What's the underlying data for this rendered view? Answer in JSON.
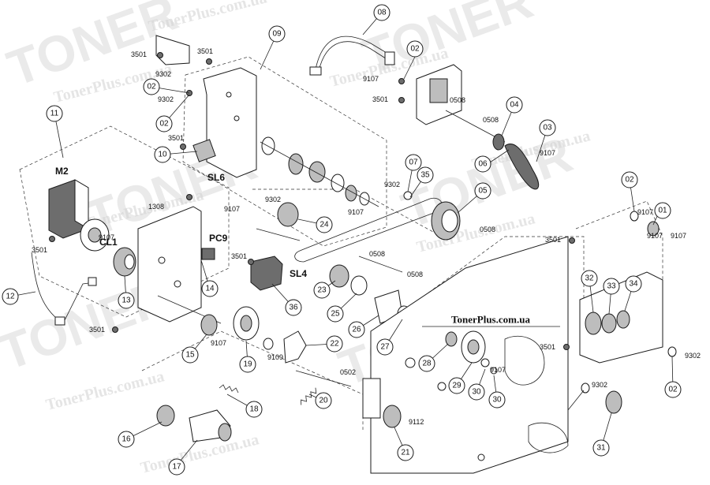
{
  "watermark": {
    "brand": "TONER",
    "site": "TonerPlus.com.ua"
  },
  "banner": {
    "text": "TonerPlus.com.ua"
  },
  "callouts": [
    {
      "label": "01"
    },
    {
      "label": "02"
    },
    {
      "label": "02"
    },
    {
      "label": "02"
    },
    {
      "label": "02"
    },
    {
      "label": "02"
    },
    {
      "label": "03"
    },
    {
      "label": "04"
    },
    {
      "label": "05"
    },
    {
      "label": "06"
    },
    {
      "label": "07"
    },
    {
      "label": "08"
    },
    {
      "label": "09"
    },
    {
      "label": "10"
    },
    {
      "label": "11"
    },
    {
      "label": "12"
    },
    {
      "label": "13"
    },
    {
      "label": "14"
    },
    {
      "label": "15"
    },
    {
      "label": "16"
    },
    {
      "label": "17"
    },
    {
      "label": "18"
    },
    {
      "label": "19"
    },
    {
      "label": "20"
    },
    {
      "label": "21"
    },
    {
      "label": "22"
    },
    {
      "label": "23"
    },
    {
      "label": "24"
    },
    {
      "label": "25"
    },
    {
      "label": "26"
    },
    {
      "label": "27"
    },
    {
      "label": "28"
    },
    {
      "label": "29"
    },
    {
      "label": "30"
    },
    {
      "label": "30"
    },
    {
      "label": "31"
    },
    {
      "label": "32"
    },
    {
      "label": "33"
    },
    {
      "label": "34"
    },
    {
      "label": "35"
    },
    {
      "label": "36"
    }
  ],
  "codes": [
    {
      "text": "3501"
    },
    {
      "text": "3501"
    },
    {
      "text": "9302"
    },
    {
      "text": "9302"
    },
    {
      "text": "9107"
    },
    {
      "text": "3501"
    },
    {
      "text": "0508"
    },
    {
      "text": "0508"
    },
    {
      "text": "9107"
    },
    {
      "text": "3501"
    },
    {
      "text": "9302"
    },
    {
      "text": "9107"
    },
    {
      "text": "1308"
    },
    {
      "text": "9107"
    },
    {
      "text": "9107"
    },
    {
      "text": "3501"
    },
    {
      "text": "9302"
    },
    {
      "text": "0508"
    },
    {
      "text": "0508"
    },
    {
      "text": "0508"
    },
    {
      "text": "3501"
    },
    {
      "text": "9107"
    },
    {
      "text": "9107"
    },
    {
      "text": "3501"
    },
    {
      "text": "9107"
    },
    {
      "text": "9109"
    },
    {
      "text": "0502"
    },
    {
      "text": "9112"
    },
    {
      "text": "9107"
    },
    {
      "text": "3501"
    },
    {
      "text": "9302"
    },
    {
      "text": "9302"
    },
    {
      "text": "3501"
    },
    {
      "text": "0508"
    },
    {
      "text": "9107"
    }
  ],
  "component_labels": [
    {
      "text": "M2"
    },
    {
      "text": "CL1"
    },
    {
      "text": "SL6"
    },
    {
      "text": "PC9"
    },
    {
      "text": "SL4"
    }
  ]
}
